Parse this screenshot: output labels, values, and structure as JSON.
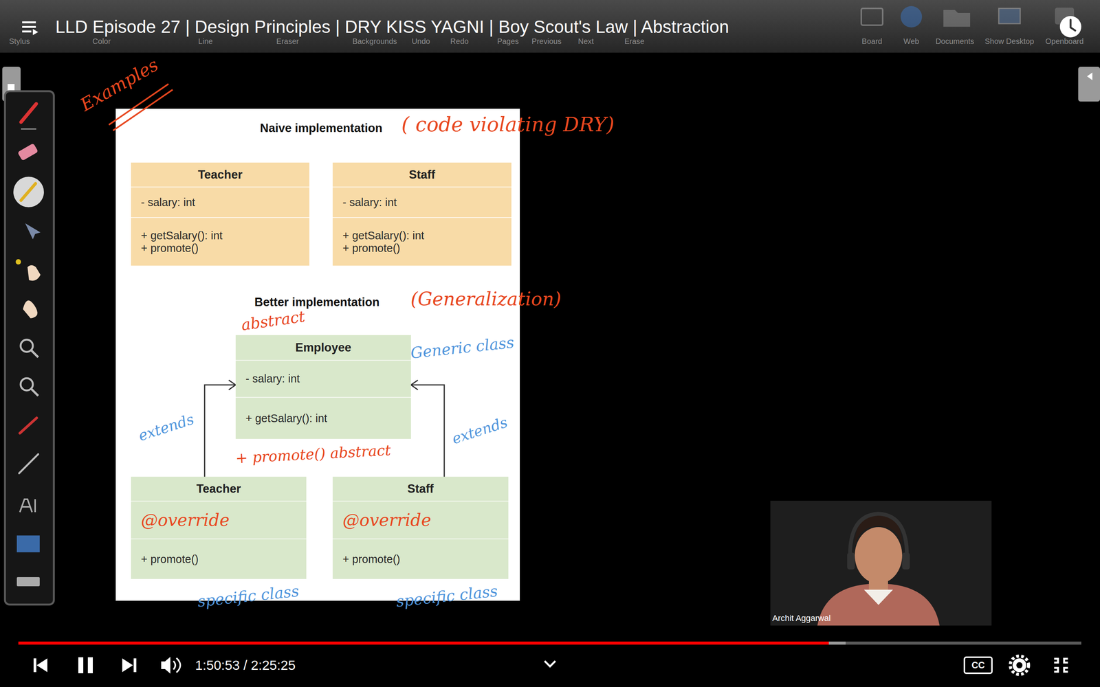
{
  "diagram": {
    "nodes": [
      {
        "text": [
          "Teacher",
          "- salary: int",
          "+ getSalary(): int",
          "+ promote()"
        ]
      },
      {
        "text": [
          "Staff",
          "- salary: int",
          "+ getSalary(): int",
          "+ promote()"
        ]
      },
      {
        "text": [
          "Employee",
          "- salary: int",
          "+ getSalary(): int"
        ]
      },
      {
        "text": [
          "Teacher",
          "@override",
          "+ promote()"
        ]
      },
      {
        "text": [
          "Staff",
          "@override",
          "+ promote()"
        ]
      }
    ],
    "edges": [
      {
        "from": 3,
        "to": 2,
        "arrow": "to",
        "label": "extends"
      },
      {
        "from": 4,
        "to": 2,
        "arrow": "to",
        "label": "extends"
      }
    ],
    "labels": [
      "LLD Episode 27 | Design Principles | DRY KISS YAGNI | Boy Scout's Law | Abstraction",
      "Stylus",
      "Color",
      "Line",
      "Eraser",
      "Backgrounds",
      "Undo",
      "Redo",
      "Pages",
      "Previous",
      "Next",
      "Erase",
      "Board",
      "Web",
      "Documents",
      "Show Desktop",
      "Openboard",
      "Examples",
      "Naive implementation",
      "( code violating DRY)",
      "Better implementation",
      "(Generalization)",
      "abstract",
      "Generic class",
      "+ promote() abstract",
      "specific class",
      "specific class",
      "Archit Aggarwal",
      "1:50:53 / 2:25:25",
      "CC"
    ]
  }
}
